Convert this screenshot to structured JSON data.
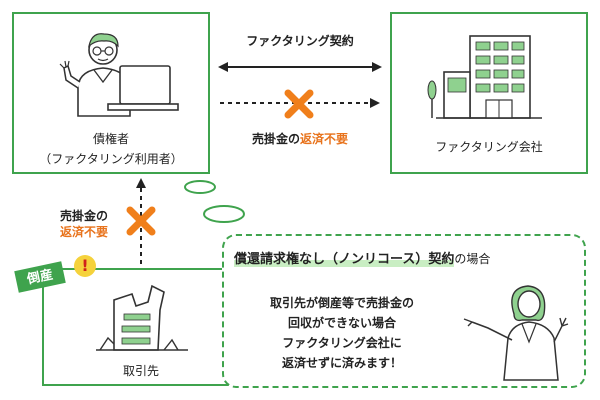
{
  "user_box": {
    "line1": "債権者",
    "line2": "（ファクタリング利用者）"
  },
  "company_box": {
    "label": "ファクタリング会社"
  },
  "debtor_box": {
    "label": "取引先",
    "badge": "倒産",
    "alert": "!"
  },
  "arrows": {
    "contract_label": "ファクタリング契約",
    "no_return_top_prefix": "売掛金の",
    "no_return_top_emph": "返済不要",
    "no_return_left_line1": "売掛金の",
    "no_return_left_line2": "返済不要"
  },
  "bubble": {
    "title_emph": "償還請求権なし（ノンリコース）契約",
    "title_suffix": "の場合",
    "body_line1": "取引先が倒産等で売掛金の",
    "body_line2": "回収ができない場合",
    "body_line3": "ファクタリング会社に",
    "body_line4": "返済せずに済みます！"
  },
  "colors": {
    "accent_green": "#3fa34d",
    "light_green": "#8fd18f",
    "cross_orange": "#f07f1b",
    "text_orange": "#e8731c",
    "highlight": "#c9eec3"
  }
}
